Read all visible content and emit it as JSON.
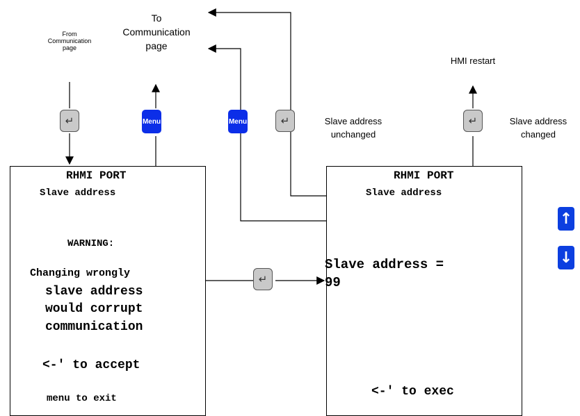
{
  "labels": {
    "from_communication": [
      "From",
      "Communication",
      "page"
    ],
    "to_communication": [
      "To",
      "Communication",
      "page"
    ],
    "hmi_restart": "HMI restart",
    "slave_unchanged": [
      "Slave address",
      "unchanged"
    ],
    "slave_changed": [
      "Slave address",
      "changed"
    ]
  },
  "buttons": {
    "enter_glyph": "↵",
    "menu_label": "Menu",
    "up_glyph": "↑",
    "down_glyph": "↓"
  },
  "screen_left": {
    "title": "RHMI PORT",
    "subtitle": "Slave address",
    "warning": "WARNING:",
    "line1": "Changing wrongly",
    "line2": "slave address",
    "line3": "would corrupt",
    "line4": "communication",
    "accept": "<-' to accept",
    "exit": "menu to exit"
  },
  "screen_right": {
    "title": "RHMI PORT",
    "subtitle": "Slave address",
    "address_label": "Slave address =",
    "address_value": "99",
    "exec": "<-' to exec"
  }
}
